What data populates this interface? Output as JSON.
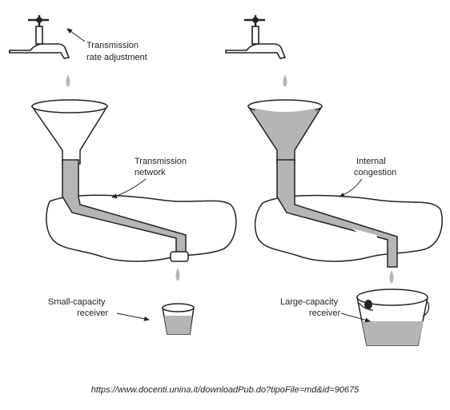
{
  "left_panel": {
    "faucet_label_line1": "Transmission",
    "faucet_label_line2": "rate adjustment",
    "network_label_line1": "Transmission",
    "network_label_line2": "network",
    "receiver_label_line1": "Small-capacity",
    "receiver_label_line2": "receiver"
  },
  "right_panel": {
    "network_label_line1": "Internal",
    "network_label_line2": "congestion",
    "receiver_label_line1": "Large-capacity",
    "receiver_label_line2": "receiver"
  },
  "source_url": "https://www.docenti.unina.it/downloadPub.do?tipoFile=md&id=90675",
  "colors": {
    "water": "#b5b5b5",
    "outline": "#222222",
    "background": "#ffffff"
  }
}
